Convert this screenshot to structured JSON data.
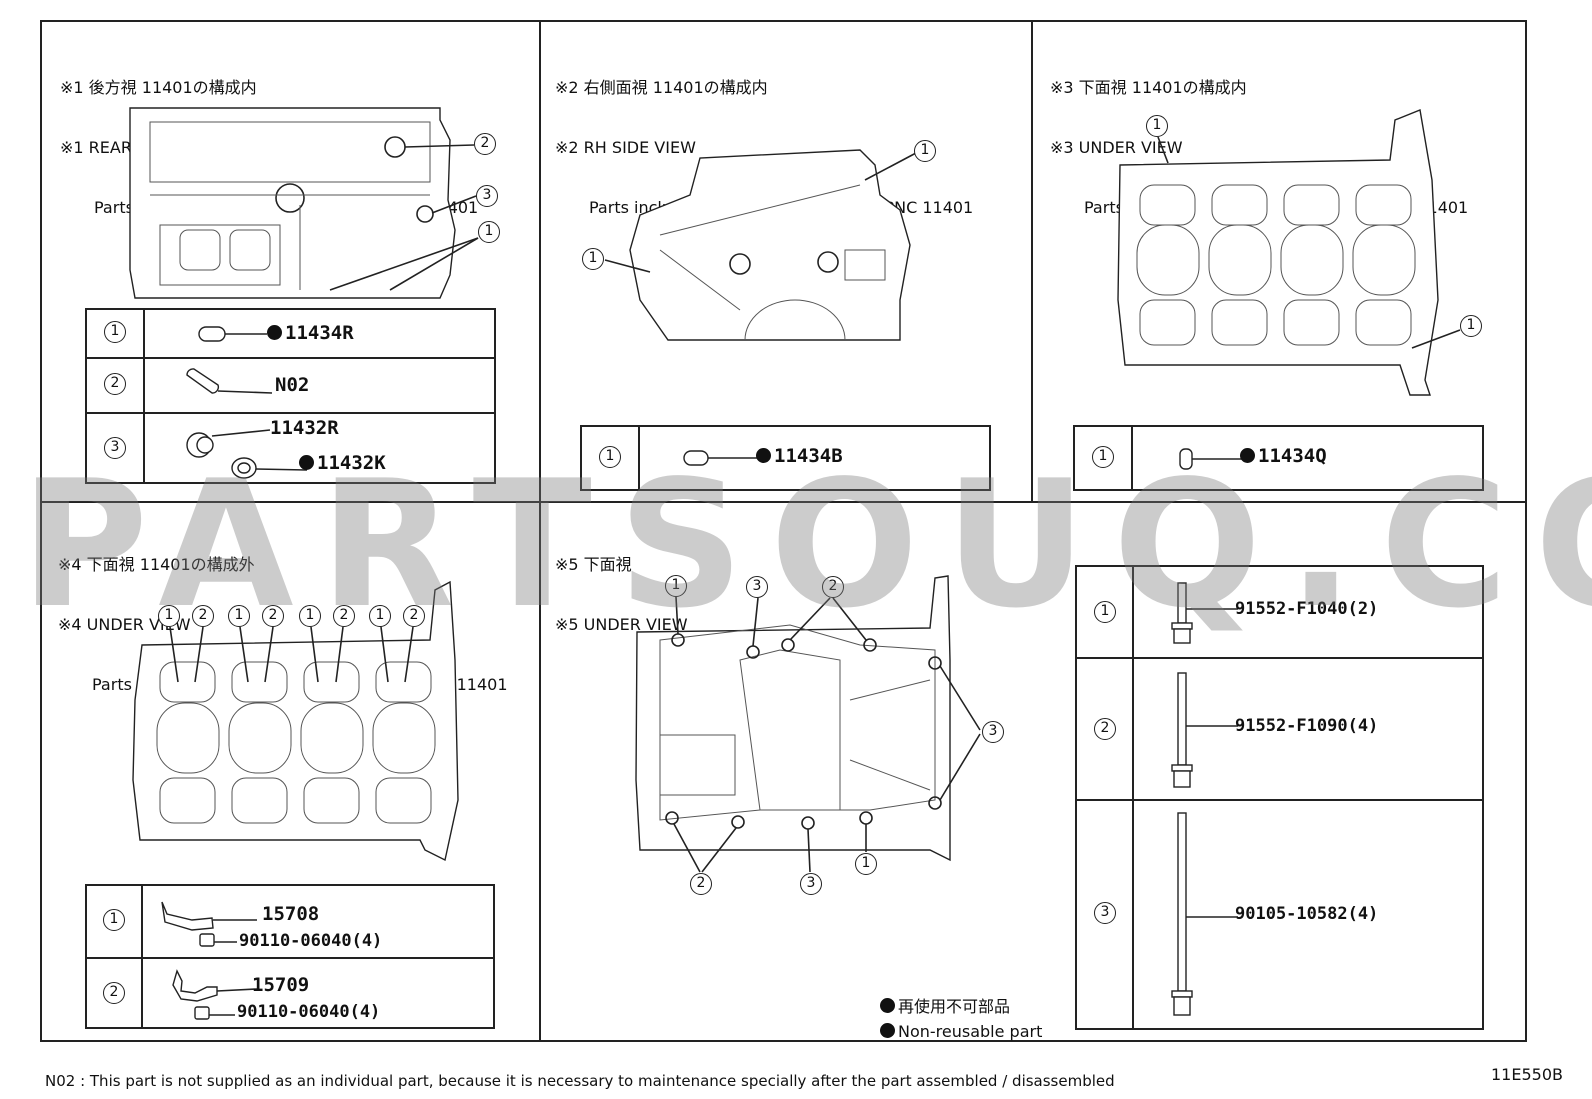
{
  "panels": {
    "p1": {
      "jp": "※1 後方視 11401の構成内",
      "en": "※1 REAR VIEW",
      "sub": "Parts included as component part of PNC 11401",
      "rows": [
        {
          "num": "1",
          "part": "11434R",
          "nonreusable": true
        },
        {
          "num": "2",
          "part": "N02",
          "nonreusable": false
        },
        {
          "num": "3",
          "part_a": "11432R",
          "part_b": "11432K"
        }
      ],
      "callouts": [
        "2",
        "3",
        "1"
      ]
    },
    "p2": {
      "jp": "※2 右側面視 11401の構成内",
      "en": "※2 RH SIDE VIEW",
      "sub": "Parts included as component part of PNC 11401",
      "rows": [
        {
          "num": "1",
          "part": "11434B",
          "nonreusable": true
        }
      ],
      "callouts": [
        "1",
        "1"
      ]
    },
    "p3": {
      "jp": "※3 下面視 11401の構成内",
      "en": "※3 UNDER VIEW",
      "sub": "Parts included as component part of PNC 11401",
      "rows": [
        {
          "num": "1",
          "part": "11434Q",
          "nonreusable": true
        }
      ],
      "callouts": [
        "1",
        "1"
      ]
    },
    "p4": {
      "jp": "※4 下面視 11401の構成外",
      "en": "※4 UNDER VIEW",
      "sub": "Parts not included as component part of PNC 11401",
      "rows": [
        {
          "num": "1",
          "part": "15708",
          "bolt": "90110-06040(4)"
        },
        {
          "num": "2",
          "part": "15709",
          "bolt": "90110-06040(4)"
        }
      ],
      "callouts": [
        "1",
        "2",
        "1",
        "2",
        "1",
        "2",
        "1",
        "2"
      ]
    },
    "p5": {
      "jp": "※5 下面視",
      "en": "※5 UNDER VIEW",
      "callouts": [
        "1",
        "3",
        "2",
        "3",
        "2",
        "3",
        "1"
      ],
      "rows": [
        {
          "num": "1",
          "part": "91552-F1040(2)"
        },
        {
          "num": "2",
          "part": "91552-F1090(4)"
        },
        {
          "num": "3",
          "part": "90105-10582(4)"
        }
      ],
      "legend": {
        "jp": "再使用不可部品",
        "en": "Non-reusable part"
      }
    }
  },
  "footnote": "N02 : This part is not supplied as an individual part, because it is necessary to maintenance specially after the part assembled / disassembled",
  "diagram_code": "11E550B",
  "watermark": "PARTSOUQ.COM"
}
